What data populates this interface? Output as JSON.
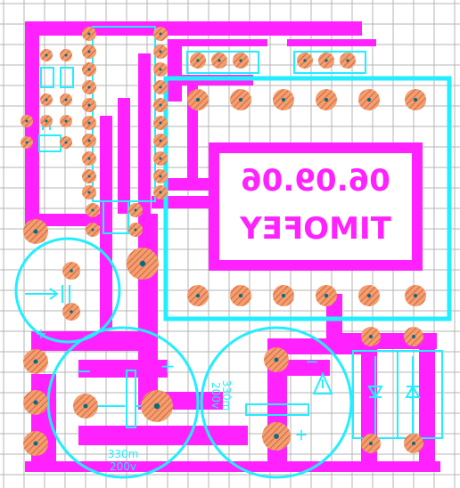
{
  "colors": {
    "background": "#ffffff",
    "grid": "#b4b4b4",
    "copper": "#ff22ff",
    "pad": "#f0a070",
    "silkscreen": "#22eeff",
    "drill": "#0a6a80"
  },
  "silk_text": {
    "date": "06.09.06",
    "author": "TIMOFEY",
    "cap_left_value": "330m",
    "cap_left_voltage": "200v",
    "cap_right_value": "330m",
    "cap_right_voltage": "200v",
    "plus": "+",
    "minus": "−"
  },
  "icons": {
    "warning": "warning-triangle-icon",
    "diode": "diode-icon",
    "capacitor": "capacitor-symbol-icon"
  }
}
